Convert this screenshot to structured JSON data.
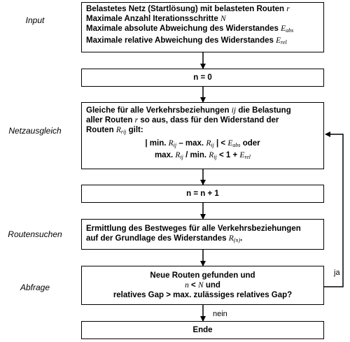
{
  "phases": {
    "input": "Input",
    "netzausgleich": "Netzausgleich",
    "routensuchen": "Routensuchen",
    "abfrage": "Abfrage"
  },
  "box_input": {
    "line1": "Belastetes Netz (Startlösung) mit belasteten Routen",
    "line1_var": "r",
    "line2": "Maximale Anzahl Iterationsschritte",
    "line2_var": "N",
    "line3": "Maximale absolute Abweichung des Widerstandes",
    "line3_var": "E",
    "line3_sub": "abs",
    "line4": "Maximale relative Abweichung des Widerstandes",
    "line4_var": "E",
    "line4_sub": "rel"
  },
  "box_init": {
    "text": "n = 0"
  },
  "box_ausgleich": {
    "l1a": "Gleiche für alle Verkehrsbeziehungen",
    "l1v": "ij",
    "l1b": "die Belastung",
    "l2a": "aller Routen",
    "l2v": "r",
    "l2b": "so aus, dass für den Widerstand der",
    "l3a": "Routen",
    "l3v": "R",
    "l3s": "rij",
    "l3b": "gilt:",
    "l4a": "| min.",
    "l4v1": "R",
    "l4s1": "ij",
    "l4b": "– max.",
    "l4v2": "R",
    "l4s2": "ij",
    "l4c": "| <",
    "l4v3": "E",
    "l4s3": "abs",
    "l4d": "oder",
    "l5a": "max.",
    "l5v1": "R",
    "l5s1": "ij",
    "l5b": "/ min.",
    "l5v2": "R",
    "l5s2": "ij",
    "l5c": "< 1 +",
    "l5v3": "E",
    "l5s3": "rel"
  },
  "box_increment": {
    "text": "n = n + 1"
  },
  "box_routensuche": {
    "l1": "Ermittlung des Bestweges für alle Verkehrsbeziehungen",
    "l2a": "auf der Grundlage des Widerstandes",
    "l2v": "R",
    "l2s": "(n)",
    "l2b": "."
  },
  "box_abfrage": {
    "l1": "Neue Routen gefunden und",
    "l2v1": "n",
    "l2a": "<",
    "l2v2": "N",
    "l2b": "und",
    "l3": "relatives Gap > max. zulässiges relatives Gap?"
  },
  "box_ende": {
    "text": "Ende"
  },
  "edge_labels": {
    "ja": "ja",
    "nein": "nein"
  }
}
